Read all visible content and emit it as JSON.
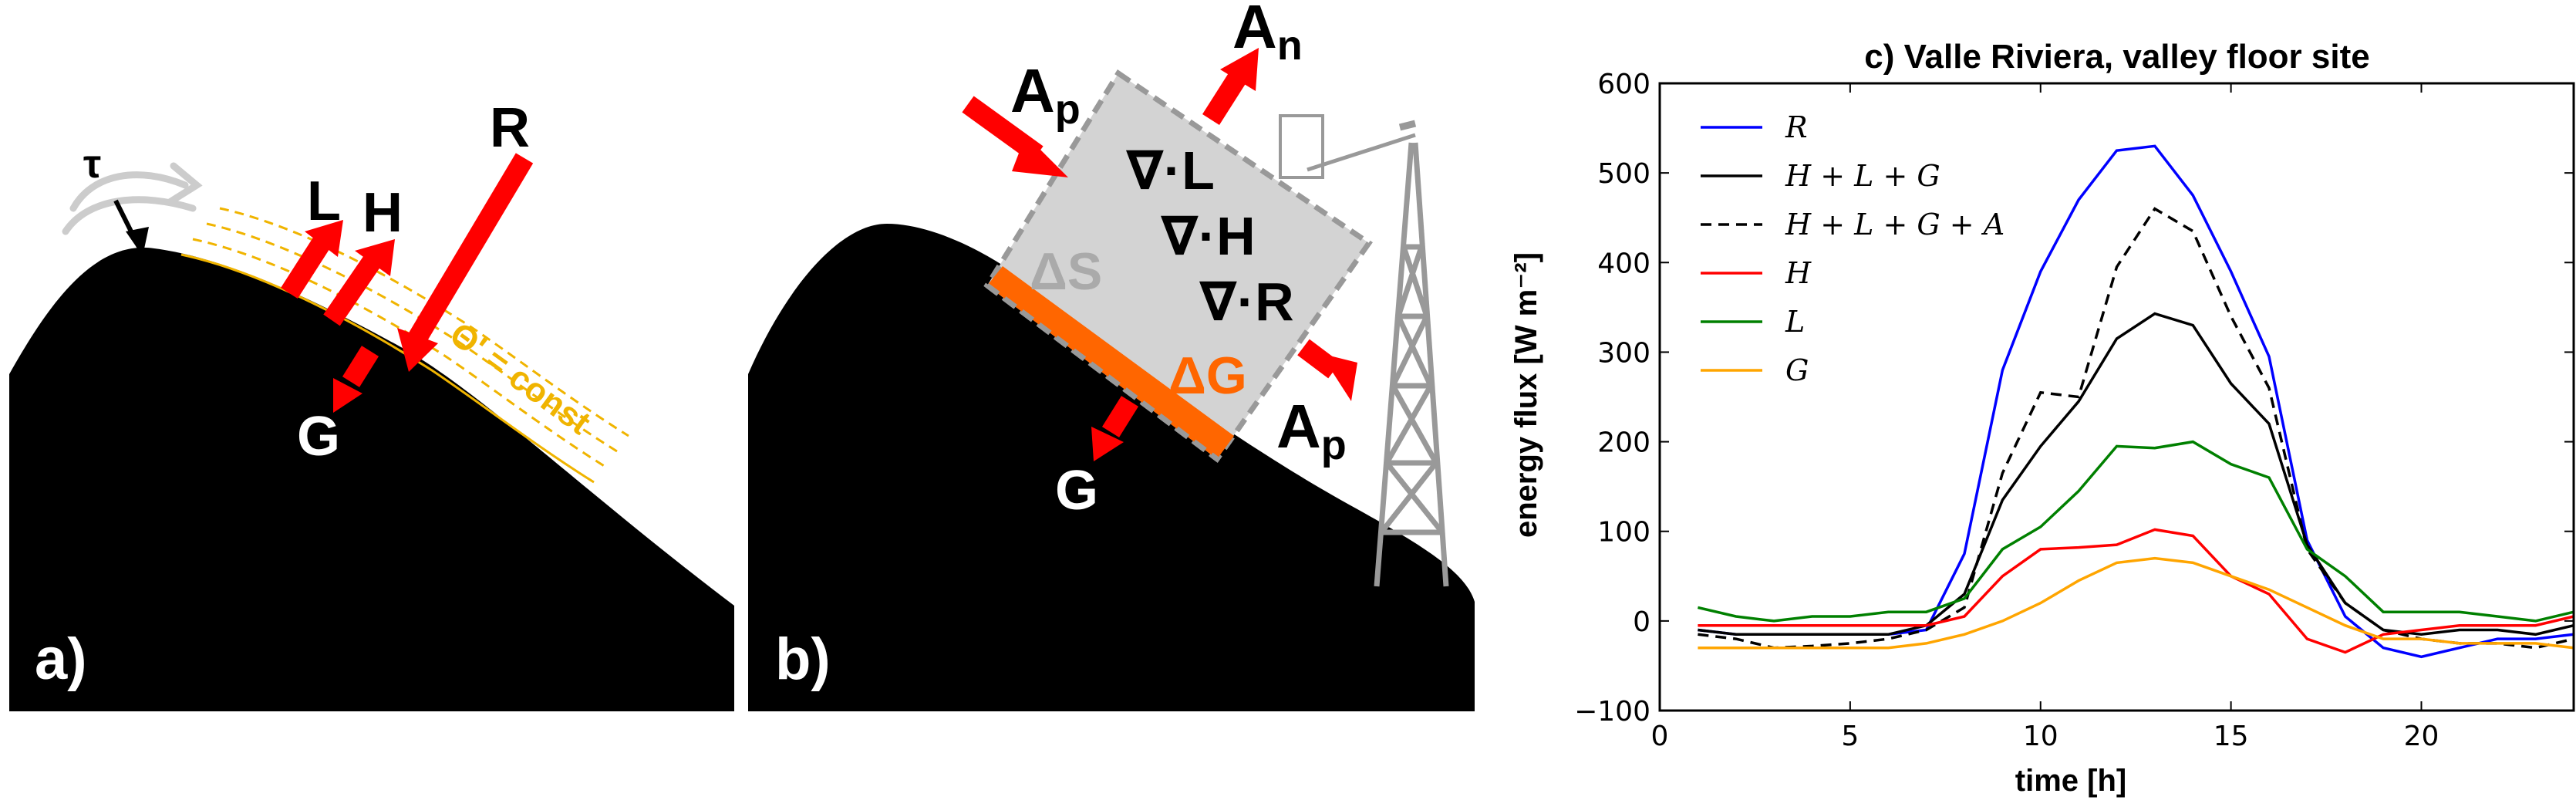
{
  "panel_a": {
    "label": "a)",
    "symbols": {
      "tau": "τ",
      "L": "L",
      "H": "H",
      "R": "R",
      "G": "G"
    },
    "annotation": "Θ' = const",
    "colors": {
      "arrow": "#ff0000",
      "iso": "#f0b400",
      "wind": "#cccccc",
      "terrain": "#000000"
    }
  },
  "panel_b": {
    "label": "b)",
    "Ap_base": "A",
    "Ap_sub": "p",
    "An_base": "A",
    "An_sub": "n",
    "divL": "∇·L",
    "divH": "∇·H",
    "divR": "∇·R",
    "dS": "ΔS",
    "dG": "ΔG",
    "G": "G",
    "colors": {
      "box": "#d3d3d3",
      "box_edge": "#999999",
      "soil": "#ff6600",
      "arrow": "#ff0000",
      "tower": "#999999"
    }
  },
  "chart_data": {
    "type": "line",
    "title": "c) Valle Riviera, valley floor site",
    "xlabel": "time [h]",
    "ylabel": "energy flux [W m⁻²]",
    "xlim": [
      0,
      24
    ],
    "ylim": [
      -100,
      600
    ],
    "xticks": [
      0,
      5,
      10,
      15,
      20
    ],
    "yticks": [
      -100,
      0,
      100,
      200,
      300,
      400,
      500,
      600
    ],
    "legend_position": "top-left",
    "grid": false,
    "x": [
      1,
      2,
      3,
      4,
      5,
      6,
      7,
      8,
      9,
      10,
      11,
      12,
      13,
      14,
      15,
      16,
      17,
      18,
      19,
      20,
      21,
      22,
      23,
      24
    ],
    "series": [
      {
        "name": "R",
        "color": "#0000ff",
        "dash": "none",
        "values": [
          -10,
          -15,
          -15,
          -15,
          -15,
          -15,
          -10,
          75,
          280,
          390,
          470,
          525,
          530,
          475,
          390,
          295,
          90,
          5,
          -30,
          -40,
          -30,
          -20,
          -20,
          -15
        ]
      },
      {
        "name": "H + L + G",
        "color": "#000000",
        "dash": "none",
        "values": [
          -10,
          -15,
          -15,
          -15,
          -15,
          -15,
          -5,
          30,
          135,
          195,
          245,
          315,
          343,
          330,
          265,
          220,
          85,
          20,
          -10,
          -15,
          -10,
          -10,
          -15,
          -5
        ]
      },
      {
        "name": "H + L + G + A",
        "color": "#000000",
        "dash": "14,9",
        "values": [
          -15,
          -20,
          -30,
          -28,
          -25,
          -20,
          -10,
          15,
          165,
          255,
          250,
          395,
          460,
          435,
          340,
          260,
          80,
          20,
          -10,
          -20,
          -25,
          -25,
          -30,
          -20
        ]
      },
      {
        "name": "H",
        "color": "#ff0000",
        "dash": "none",
        "values": [
          -5,
          -5,
          -5,
          -5,
          -5,
          -5,
          -5,
          5,
          50,
          80,
          82,
          85,
          102,
          95,
          50,
          30,
          -20,
          -35,
          -15,
          -10,
          -5,
          -5,
          -5,
          5
        ]
      },
      {
        "name": "L",
        "color": "#008000",
        "dash": "none",
        "values": [
          15,
          5,
          0,
          5,
          5,
          10,
          10,
          25,
          80,
          105,
          145,
          195,
          193,
          200,
          175,
          160,
          80,
          50,
          10,
          10,
          10,
          5,
          0,
          10
        ]
      },
      {
        "name": "G",
        "color": "#ffa500",
        "dash": "none",
        "values": [
          -30,
          -30,
          -30,
          -30,
          -30,
          -30,
          -25,
          -15,
          0,
          20,
          45,
          65,
          70,
          65,
          50,
          35,
          15,
          -5,
          -20,
          -20,
          -25,
          -25,
          -25,
          -30
        ]
      }
    ]
  }
}
